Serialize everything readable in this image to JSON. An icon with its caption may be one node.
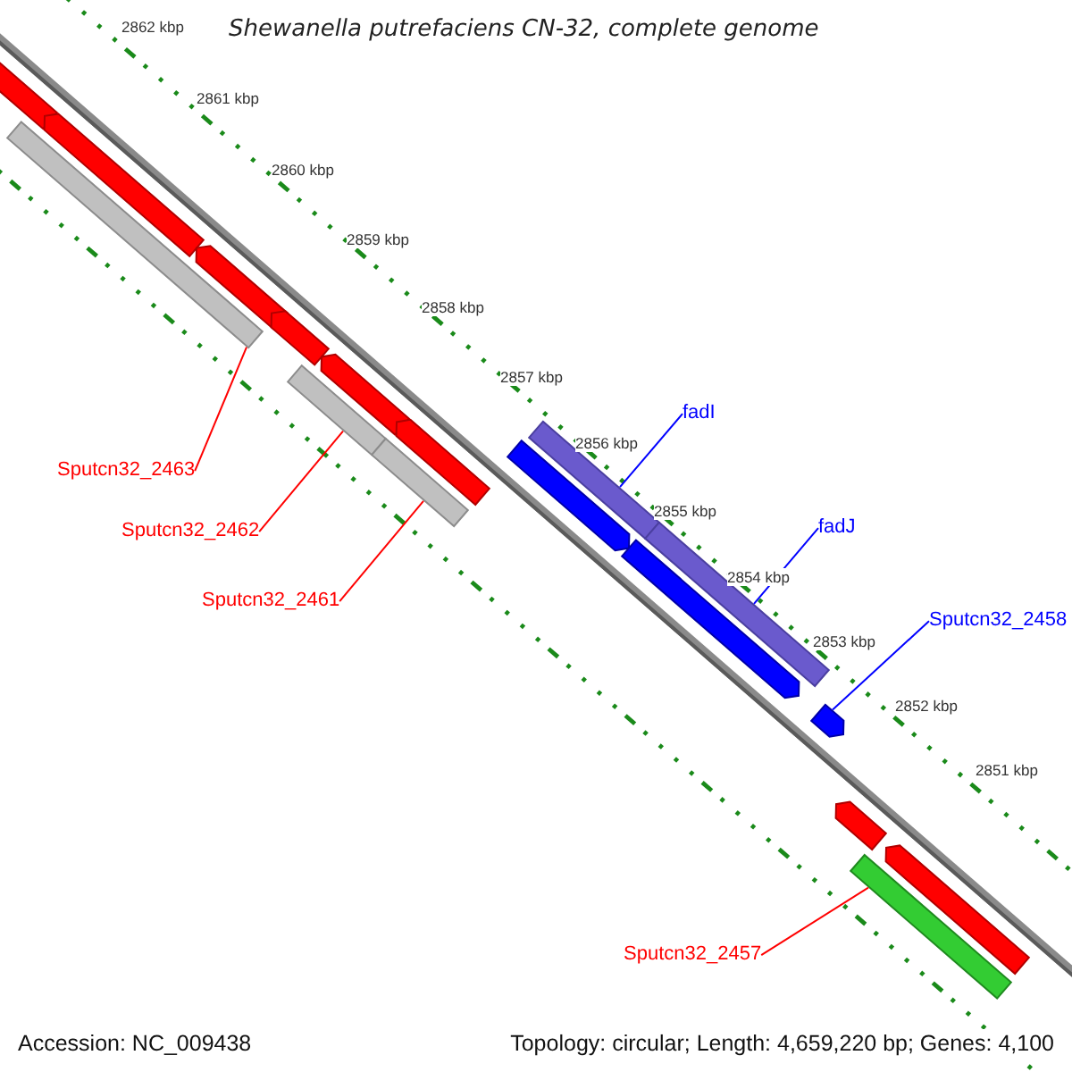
{
  "diagram": {
    "title": "Shewanella putrefaciens CN-32, complete genome",
    "nodes": [
      {
        "text": [
          "Sputcn32_2463"
        ]
      },
      {
        "text": [
          "Sputcn32_2462"
        ]
      },
      {
        "text": [
          "Sputcn32_2461"
        ]
      },
      {
        "text": [
          "fadI"
        ]
      },
      {
        "text": [
          "fadJ"
        ]
      },
      {
        "text": [
          "Sputcn32_2458"
        ]
      },
      {
        "text": [
          "Sputcn32_2457"
        ]
      },
      {
        "text": [],
        "shape": "bar"
      },
      {
        "text": [],
        "shape": "bar"
      },
      {
        "text": [],
        "shape": "bar"
      },
      {
        "text": [],
        "shape": "bar"
      },
      {
        "text": [],
        "shape": "bar"
      },
      {
        "text": [],
        "shape": "bar"
      },
      {
        "text": [],
        "shape": "bar"
      },
      {
        "text": [],
        "shape": "bar"
      },
      {
        "text": [],
        "shape": "bar"
      },
      {
        "text": [],
        "shape": "bar"
      },
      {
        "text": [],
        "shape": "bar"
      },
      {
        "text": [],
        "shape": "bar"
      },
      {
        "text": [],
        "shape": "bar"
      },
      {
        "text": [],
        "shape": "bar"
      },
      {
        "text": [],
        "shape": "bar"
      },
      {
        "text": [],
        "shape": "bar"
      },
      {
        "text": [],
        "shape": "bar"
      }
    ],
    "edges": [
      {
        "from": 0,
        "to": 8,
        "arrow": "none"
      },
      {
        "from": 1,
        "to": 12,
        "arrow": "none"
      },
      {
        "from": 2,
        "to": 14,
        "arrow": "none"
      },
      {
        "from": 3,
        "to": 17,
        "arrow": "none",
        "color": "#0000ff"
      },
      {
        "from": 4,
        "to": 19,
        "arrow": "none",
        "color": "#0000ff"
      },
      {
        "from": 5,
        "to": 20,
        "arrow": "none",
        "color": "#0000ff"
      },
      {
        "from": 6,
        "to": 22,
        "arrow": "none"
      }
    ],
    "labels": [
      "2862 kbp",
      "2861 kbp",
      "2860 kbp",
      "2859 kbp",
      "2858 kbp",
      "2857 kbp",
      "2856 kbp",
      "2855 kbp",
      "2854 kbp",
      "2853 kbp",
      "2852 kbp",
      "2851 kbp",
      "Accession: NC_009438",
      "Topology: circular; Length: 4,659,220 bp; Genes: 4,100"
    ]
  }
}
